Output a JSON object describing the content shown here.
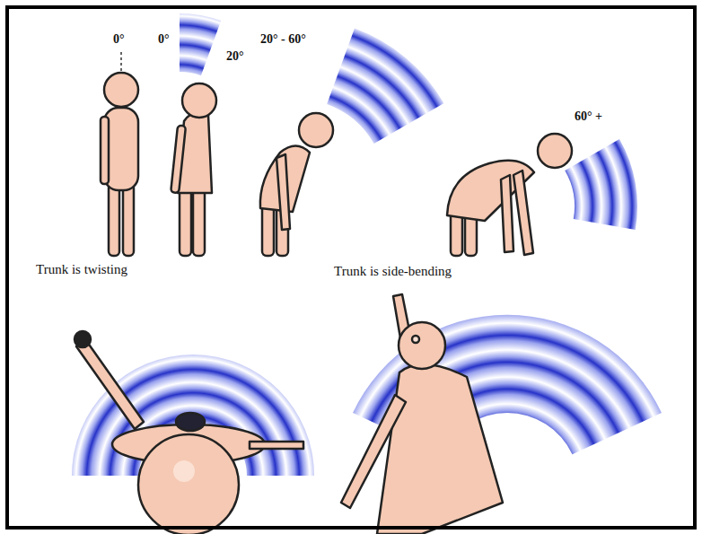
{
  "diagram": {
    "labels": [
      "0°",
      "0°",
      "20°",
      "20° - 60°",
      "60° +",
      "Trunk is twisting",
      "Trunk is side-bending"
    ]
  }
}
